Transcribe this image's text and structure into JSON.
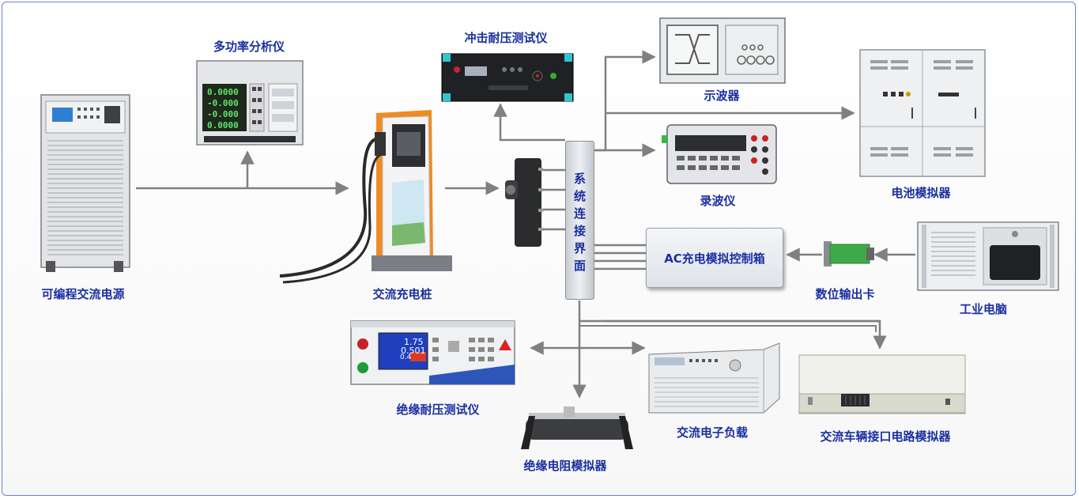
{
  "labels": {
    "power_source": "可编程交流电源",
    "power_analyzer": "多功率分析仪",
    "impulse_tester": "冲击耐压测试仪",
    "oscilloscope": "示波器",
    "battery_sim": "电池模拟器",
    "recorder": "录波仪",
    "charging_pile": "交流充电桩",
    "interface_chars": [
      "系",
      "统",
      "连",
      "接",
      "界",
      "面"
    ],
    "ac_control_box": "AC充电模拟控制箱",
    "digital_card": "数位输出卡",
    "industrial_pc": "工业电脑",
    "insulation_tester": "绝缘耐压测试仪",
    "insulation_resistor_sim": "绝缘电阻模拟器",
    "electronic_load": "交流电子负载",
    "vehicle_interface_sim": "交流车辆接口电路模拟器"
  },
  "analyzer_display": [
    "0.0000",
    "-0.000",
    "-0.000",
    "0.0000"
  ],
  "insulation_display": [
    "1.75",
    "0.501",
    "0.4"
  ],
  "colors": {
    "label": "#1a2fa0",
    "wire": "#808080",
    "frame": "#6a7fd6"
  }
}
